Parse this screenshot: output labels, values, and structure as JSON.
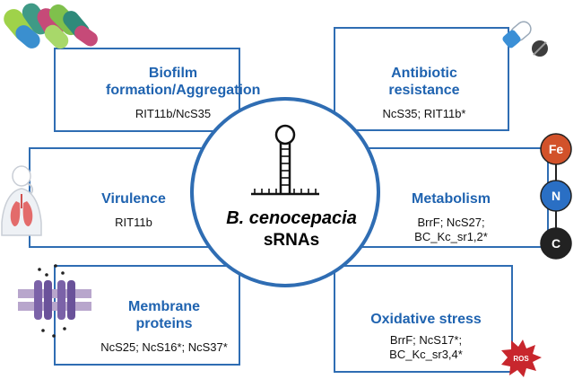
{
  "panels": {
    "biofilm": {
      "title": "Biofilm formation/Aggregation",
      "genes": "RIT11b/NcS35"
    },
    "antibiotic": {
      "title": "Antibiotic resistance",
      "genes": "NcS35; RIT11b*"
    },
    "virulence": {
      "title": "Virulence",
      "genes": "RIT11b"
    },
    "metabolism": {
      "title": "Metabolism",
      "genes": "BrrF; NcS27; BC_Kc_sr1,2*"
    },
    "membrane": {
      "title": "Membrane proteins",
      "genes": "NcS25; NcS16*; NcS37*"
    },
    "oxidative": {
      "title": "Oxidative stress",
      "genes": "BrrF; NcS17*; BC_Kc_sr3,4*"
    }
  },
  "center": {
    "title": "B. cenocepacia",
    "subtitle": "sRNAs"
  },
  "elements": {
    "fe": "Fe",
    "n": "N",
    "c": "C",
    "ros": "ROS"
  },
  "colors": {
    "accent": "#1f63b0",
    "box_border": "#2f6db3",
    "fe": "#d2522a",
    "n": "#2a6fc4",
    "c": "#222222"
  }
}
